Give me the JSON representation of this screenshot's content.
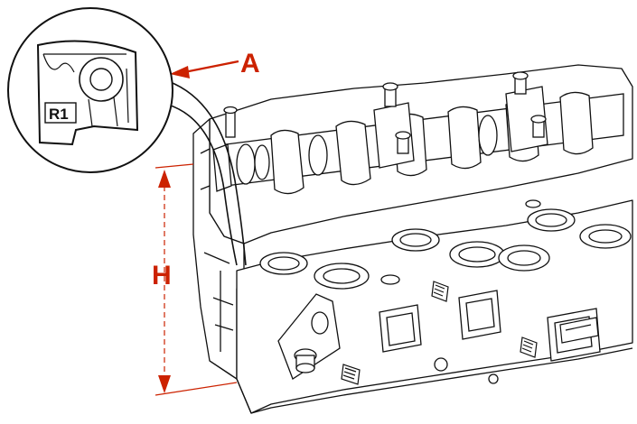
{
  "labels": {
    "callout": "A",
    "height": "H",
    "detail_mark": "R1"
  },
  "colors": {
    "annotation": "#cc2200",
    "line": "#111111",
    "background": "#ffffff"
  }
}
